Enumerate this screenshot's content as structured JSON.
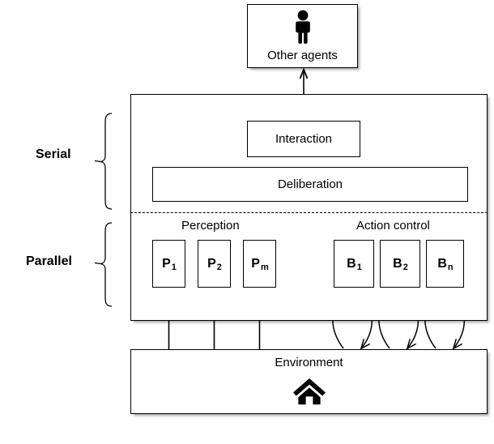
{
  "diagram": {
    "title": "Agent architecture diagram",
    "nodes": {
      "other_agents": {
        "label": "Other agents",
        "icon": "person-icon"
      },
      "interaction": {
        "label": "Interaction"
      },
      "deliberation": {
        "label": "Deliberation"
      },
      "environment": {
        "label": "Environment",
        "icon": "house-icon"
      }
    },
    "groups": {
      "perception": {
        "label": "Perception",
        "modules": [
          {
            "base": "P",
            "sub": "1"
          },
          {
            "base": "P",
            "sub": "2"
          },
          {
            "base": "P",
            "sub": "m"
          }
        ]
      },
      "action_control": {
        "label": "Action control",
        "modules": [
          {
            "base": "B",
            "sub": "1"
          },
          {
            "base": "B",
            "sub": "2"
          },
          {
            "base": "B",
            "sub": "n"
          }
        ]
      }
    },
    "braces": {
      "serial": {
        "label": "Serial"
      },
      "parallel": {
        "label": "Parallel"
      }
    },
    "colors": {
      "stroke": "#000000",
      "fill": "#ffffff",
      "background": "#ffffff"
    },
    "connectors": {
      "other_agents_to_interaction": "double-headed-vertical-arrow",
      "environment_to_perception": "upward-arrows",
      "behaviour_environment_loops": "curved-bidirectional-arrows"
    }
  }
}
